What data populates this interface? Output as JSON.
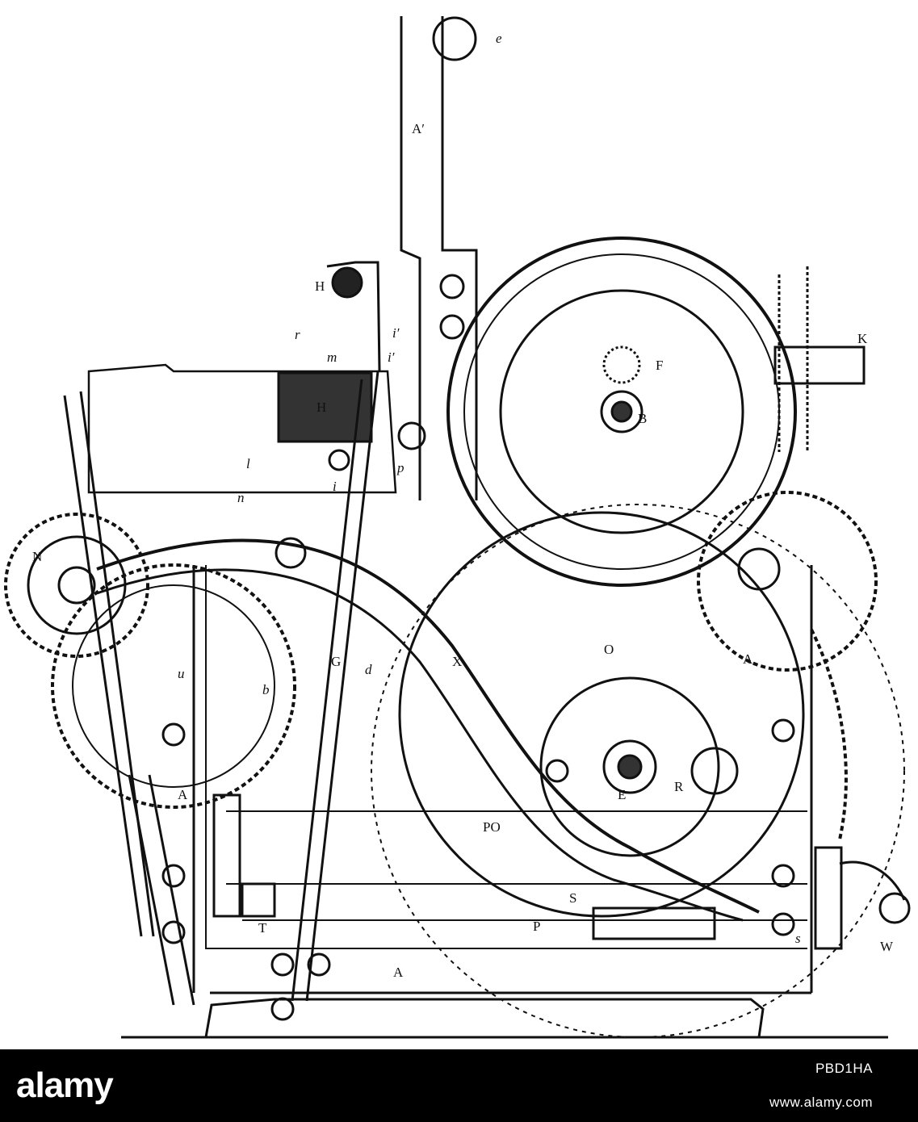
{
  "diagram": {
    "labels": {
      "e": "e",
      "A_prime": "A′",
      "H_top": "H",
      "r": "r",
      "m": "m",
      "i_prime_top": "i′",
      "i_prime": "i′",
      "H": "H",
      "l": "l",
      "i": "i",
      "p": "p",
      "n": "n",
      "F": "F",
      "B": "B",
      "K": "K",
      "N": "N",
      "u": "u",
      "b": "b",
      "G": "G",
      "d": "d",
      "X": "X",
      "O": "O",
      "A_right": "A",
      "A_left": "A",
      "E": "E",
      "R": "R",
      "PO": "PO",
      "S": "S",
      "T": "T",
      "P": "P",
      "s": "s",
      "W": "W",
      "A_bottom": "A"
    }
  },
  "footer": {
    "brand": "alamy",
    "image_id": "PBD1HA",
    "site": "www.alamy.com"
  },
  "colors": {
    "ink": "#111111",
    "footer_bg": "#000000",
    "footer_text": "#ffffff"
  }
}
